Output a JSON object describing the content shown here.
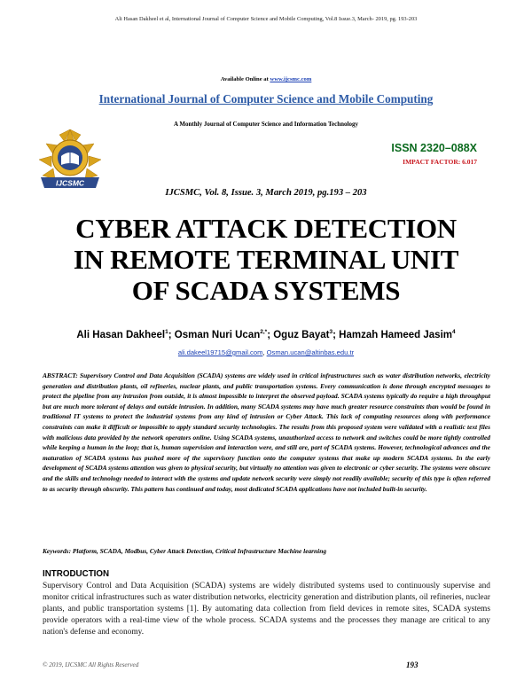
{
  "running_header": "Ali Hasan Dakheel et al, International Journal of Computer Science and Mobile Computing, Vol.8 Issue.3, March- 2019, pg. 193-203",
  "available_prefix": "Available Online at ",
  "available_link": "www.ijcsmc.com",
  "journal_name": "International Journal of Computer Science and Mobile Computing",
  "tagline": "A Monthly Journal of Computer Science and Information Technology",
  "logo_text": "IJCSMC",
  "issn": "ISSN 2320–088X",
  "impact_factor": "IMPACT FACTOR: 6.017",
  "citation": "IJCSMC, Vol. 8, Issue. 3, March 2019, pg.193 – 203",
  "title_lines": [
    "CYBER ATTACK DETECTION",
    "IN REMOTE TERMINAL UNIT",
    "OF SCADA SYSTEMS"
  ],
  "authors": [
    {
      "name": "Ali Hasan Dakheel",
      "sup": "1"
    },
    {
      "name": "Osman Nuri Ucan",
      "sup": "2,*"
    },
    {
      "name": "Oguz Bayat",
      "sup": "3"
    },
    {
      "name": "Hamzah Hameed Jasim",
      "sup": "4"
    }
  ],
  "author_separator": "; ",
  "emails": [
    "ali.dakeel19715@gmail.com",
    "Osman.ucan@altinbas.edu.tr"
  ],
  "email_separator": ", ",
  "abstract": "ABSTRACT: Supervisory Control and Data Acquisition (SCADA) systems are widely used in critical infrastructures such as water distribution networks, electricity generation and distribution plants, oil refineries, nuclear plants, and public transportation systems. Every communication is done through encrypted messages to protect the pipeline from any intrusion from outside, it is almost impossible to interpret the observed payload. SCADA systems typically do require a high throughput but are much more tolerant of delays and outside intrusion. In addition, many SCADA systems may have much greater resource constraints than would be found in traditional IT systems to protect the industrial systems from any kind of intrusion or Cyber Attack. This lack of computing resources along with performance constraints can make it difficult or impossible to apply standard security technologies. The results from this proposed system were validated with a realistic text files with malicious data provided by the network operators online. Using SCADA systems, unauthorized access to network and switches could be more tightly controlled while keeping a human in the loop; that is, human supervision and interaction were, and still are, part of SCADA systems. However, technological advances and the maturation of SCADA systems has pushed more of the supervisory function onto the computer systems that make up modern SCADA systems. In the early development of SCADA systems attention was given to physical security, but virtually no attention was given to electronic or cyber security. The systems were obscure and the skills and technology needed to interact with the systems and update network security were simply not readily available; security of this type is often referred to as security through obscurity. This pattern has continued and today, most dedicated SCADA applications have not included built-in security.",
  "keywords": "Keywords: Platform, SCADA, Modbus, Cyber Attack Detection, Critical Infrastructure Machine learning",
  "intro_heading": "INTRODUCTION",
  "intro_body": "Supervisory Control and Data Acquisition (SCADA) systems are widely distributed systems used to continuously supervise and monitor critical infrastructures such as water distribution networks, electricity generation and distribution plants, oil refineries, nuclear plants, and public transportation systems [1]. By automating data collection from field devices in remote sites, SCADA systems provide operators with a real-time view of the whole process. SCADA systems and the processes they manage are critical to any nation's defense and economy.",
  "footer_copyright": "© 2019, IJCSMC All Rights Reserved",
  "page_number": "193"
}
